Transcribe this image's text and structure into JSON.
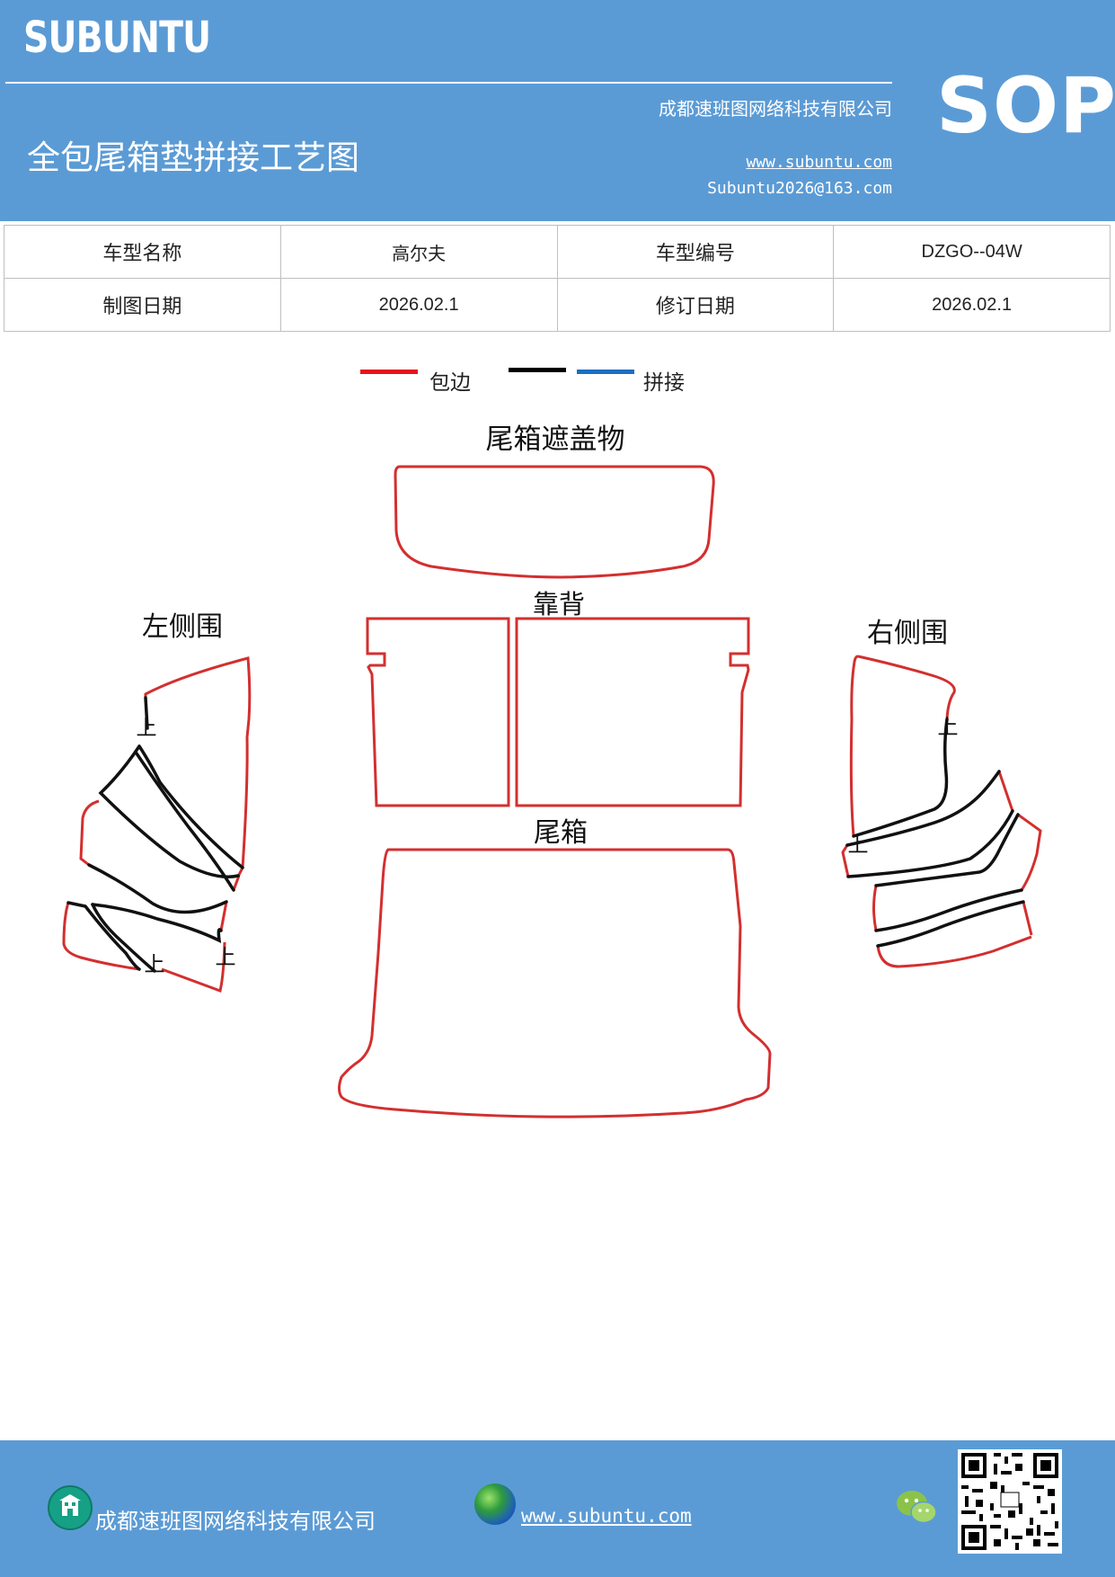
{
  "header": {
    "brand": "SUBUNTU",
    "company": "成都速班图网络科技有限公司",
    "title": "全包尾箱垫拼接工艺图",
    "website": "www.subuntu.com",
    "email": "Subuntu2026@163.com",
    "badge": "SOP"
  },
  "info_table": {
    "rows": [
      [
        "车型名称",
        "高尔夫",
        "车型编号",
        "DZGO--04W"
      ],
      [
        "制图日期",
        "2026.02.1",
        "修订日期",
        "2026.02.1"
      ]
    ]
  },
  "legend": {
    "items": [
      {
        "label": "包边",
        "color": "#e8121a"
      },
      {
        "label": "",
        "color": "#000000"
      },
      {
        "label": "拼接",
        "color": "#1a6fc4"
      }
    ]
  },
  "diagram": {
    "labels": {
      "cover": "尾箱遮盖物",
      "backrest": "靠背",
      "left_side": "左侧围",
      "right_side": "右侧围",
      "trunk": "尾箱",
      "up": "上"
    },
    "edge_color": "#d32f2f",
    "seam_color": "#111111"
  },
  "footer": {
    "company": "成都速班图网络科技有限公司",
    "website": "www.subuntu.com",
    "icons": [
      "building-icon",
      "globe-icon",
      "wechat-icon",
      "qr-code"
    ]
  }
}
